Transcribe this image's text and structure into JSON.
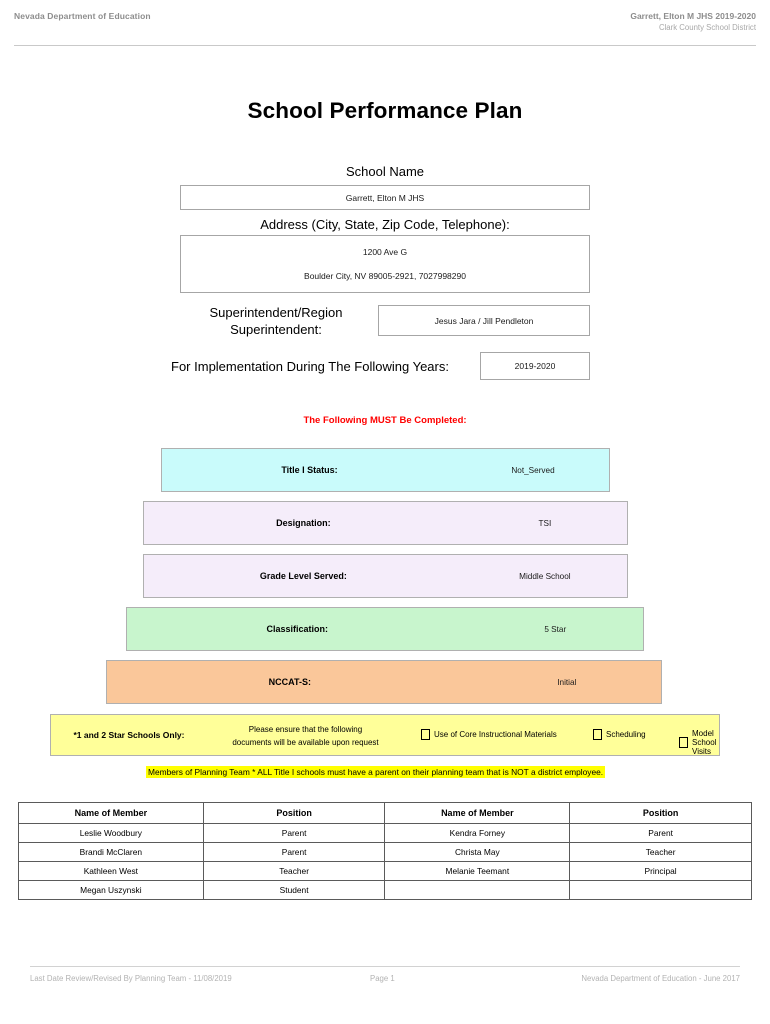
{
  "header": {
    "left": "Nevada Department of Education",
    "right_line1": "Garrett, Elton M JHS  2019-2020",
    "right_line2": "Clark County School District"
  },
  "title": "School Performance Plan",
  "fields": {
    "school_name_label": "School Name",
    "school_name_value": "Garrett, Elton M JHS",
    "address_label": "Address (City, State, Zip Code, Telephone):",
    "address_line1": "1200 Ave G",
    "address_line2": "Boulder City, NV  89005-2921, 7027998290",
    "superintendent_label": "Superintendent/Region Superintendent:",
    "superintendent_value": "Jesus Jara / Jill Pendleton",
    "years_label": "For Implementation During The Following Years:",
    "years_value": "2019-2020"
  },
  "must_complete_notice": "The Following MUST Be Completed:",
  "status_bars": [
    {
      "label": "Title I Status:",
      "value": "Not_Served",
      "color": "#c9fbfb"
    },
    {
      "label": "Designation:",
      "value": "TSI",
      "color": "#f5edfa"
    },
    {
      "label": "Grade Level Served:",
      "value": "Middle School",
      "color": "#f5edfa"
    },
    {
      "label": "Classification:",
      "value": "5 Star",
      "color": "#c8f5cd"
    },
    {
      "label": "NCCAT-S:",
      "value": "Initial",
      "color": "#fac79a"
    }
  ],
  "star_schools_row": {
    "title": "*1 and 2 Star Schools Only:",
    "note_line1": "Please ensure that the following",
    "note_line2": "documents will be available upon request",
    "checkboxes": [
      {
        "label": "Use of Core Instructional Materials",
        "checked": false
      },
      {
        "label": "Scheduling",
        "checked": false
      },
      {
        "label": "Model School Visits",
        "checked": false
      }
    ],
    "background": "#ffff99"
  },
  "planning_banner": {
    "text": "Members of Planning Team * ALL Title I schools must have a parent on their planning team that is NOT a district employee.",
    "highlight": "#ffff00"
  },
  "members_table": {
    "headers": [
      "Name of Member",
      "Position",
      "Name of Member",
      "Position"
    ],
    "rows": [
      [
        "Leslie Woodbury",
        "Parent",
        "Kendra Forney",
        "Parent"
      ],
      [
        "Brandi McClaren",
        "Parent",
        "Christa May",
        "Teacher"
      ],
      [
        "Kathleen West",
        "Teacher",
        "Melanie Teemant",
        "Principal"
      ],
      [
        "Megan Uszynski",
        "Student",
        "",
        ""
      ]
    ]
  },
  "footer": {
    "left": "Last Date Review/Revised By Planning Team - 11/08/2019",
    "center": "Page 1",
    "right": "Nevada Department of Education - June 2017"
  }
}
